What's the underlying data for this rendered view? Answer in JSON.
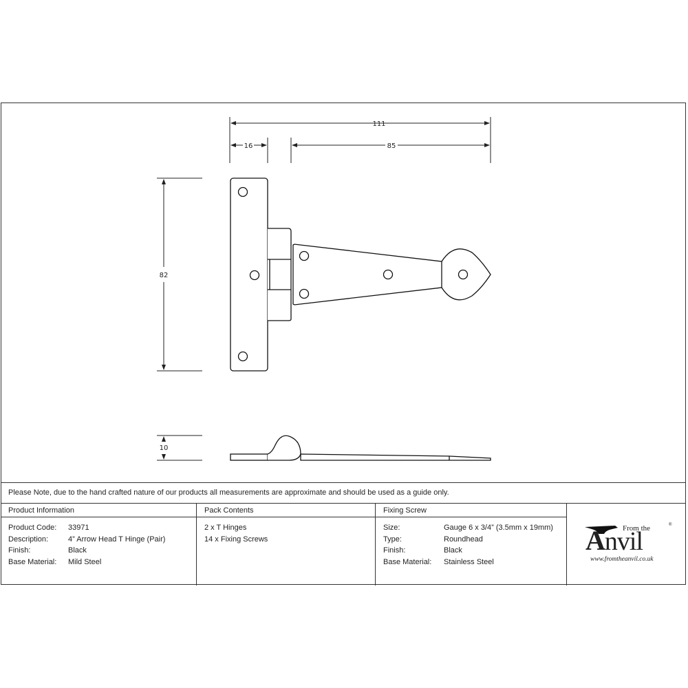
{
  "drawing": {
    "dimensions": {
      "overall_width": "111",
      "leaf_width": "16",
      "strap_length": "85",
      "height": "82",
      "thickness": "10"
    }
  },
  "note": "Please Note, due to the hand crafted nature of our products all measurements are approximate and should be used as a guide only.",
  "product_information": {
    "header": "Product Information",
    "rows": [
      {
        "label": "Product Code:",
        "value": "33971"
      },
      {
        "label": "Description:",
        "value": "4” Arrow Head T Hinge (Pair)"
      },
      {
        "label": "Finish:",
        "value": "Black"
      },
      {
        "label": "Base Material:",
        "value": "Mild Steel"
      }
    ]
  },
  "pack_contents": {
    "header": "Pack Contents",
    "items": [
      "2 x T Hinges",
      "14 x Fixing Screws"
    ]
  },
  "fixing_screw": {
    "header": "Fixing Screw",
    "rows": [
      {
        "label": "Size:",
        "value": "Gauge 6 x 3/4” (3.5mm x 19mm)"
      },
      {
        "label": "Type:",
        "value": "Roundhead"
      },
      {
        "label": "Finish:",
        "value": "Black"
      },
      {
        "label": "Base Material:",
        "value": "Stainless Steel"
      }
    ]
  },
  "logo": {
    "from_the": "From the",
    "anvil_initial": "A",
    "anvil_rest": "nvil",
    "url": "www.fromtheanvil.co.uk",
    "registered": "®"
  }
}
